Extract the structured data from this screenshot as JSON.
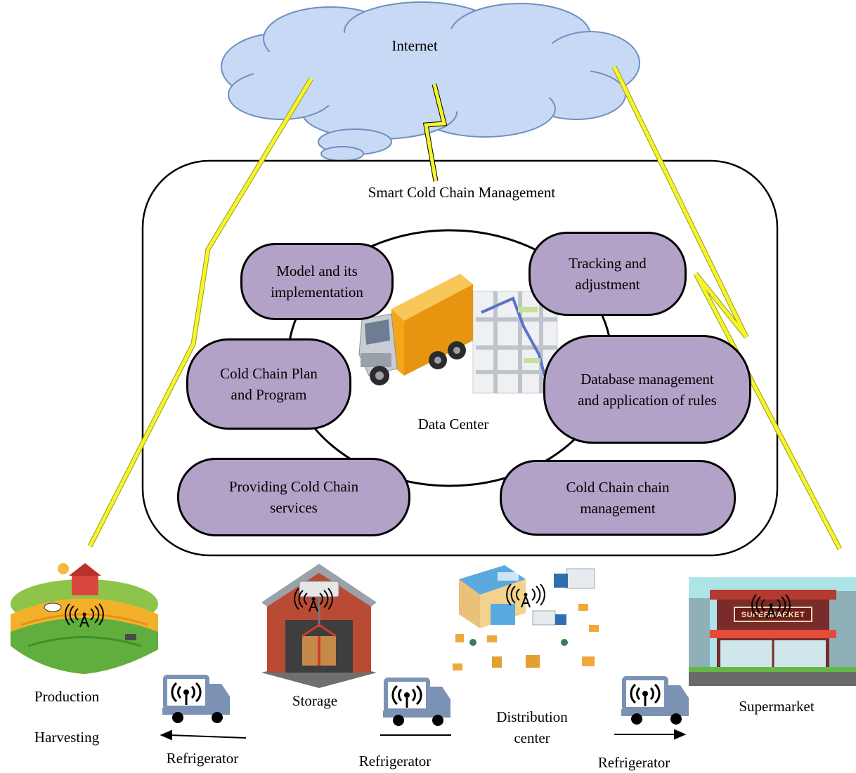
{
  "cloud": {
    "label": "Internet"
  },
  "system": {
    "title": "Smart Cold Chain Management",
    "hub_label": "Data Center",
    "modules": [
      {
        "line1": "Model and its",
        "line2": "implementation"
      },
      {
        "line1": "Tracking and",
        "line2": "adjustment"
      },
      {
        "line1": "Cold Chain Plan",
        "line2": "and Program"
      },
      {
        "line1": "Database management",
        "line2": "and application of rules"
      },
      {
        "line1": "Providing Cold Chain",
        "line2": "services"
      },
      {
        "line1": "Cold Chain chain",
        "line2": "management"
      }
    ]
  },
  "nodes": {
    "production": "Production",
    "harvesting": "Harvesting",
    "storage": "Storage",
    "distribution_line1": "Distribution",
    "distribution_line2": "center",
    "supermarket": "Supermarket",
    "supermarket_sign": "SUPERMARKET"
  },
  "transport": {
    "refrigerator_1": "Refrigerator",
    "refrigerator_2": "Refrigerator",
    "refrigerator_3": "Refrigerator"
  },
  "colors": {
    "cloud_fill": "#c7d9f5",
    "cloud_stroke": "#6f8fc0",
    "module_fill": "#b3a2c8",
    "lightning": "#f5f52a",
    "truck_blue": "#7b92b4"
  }
}
